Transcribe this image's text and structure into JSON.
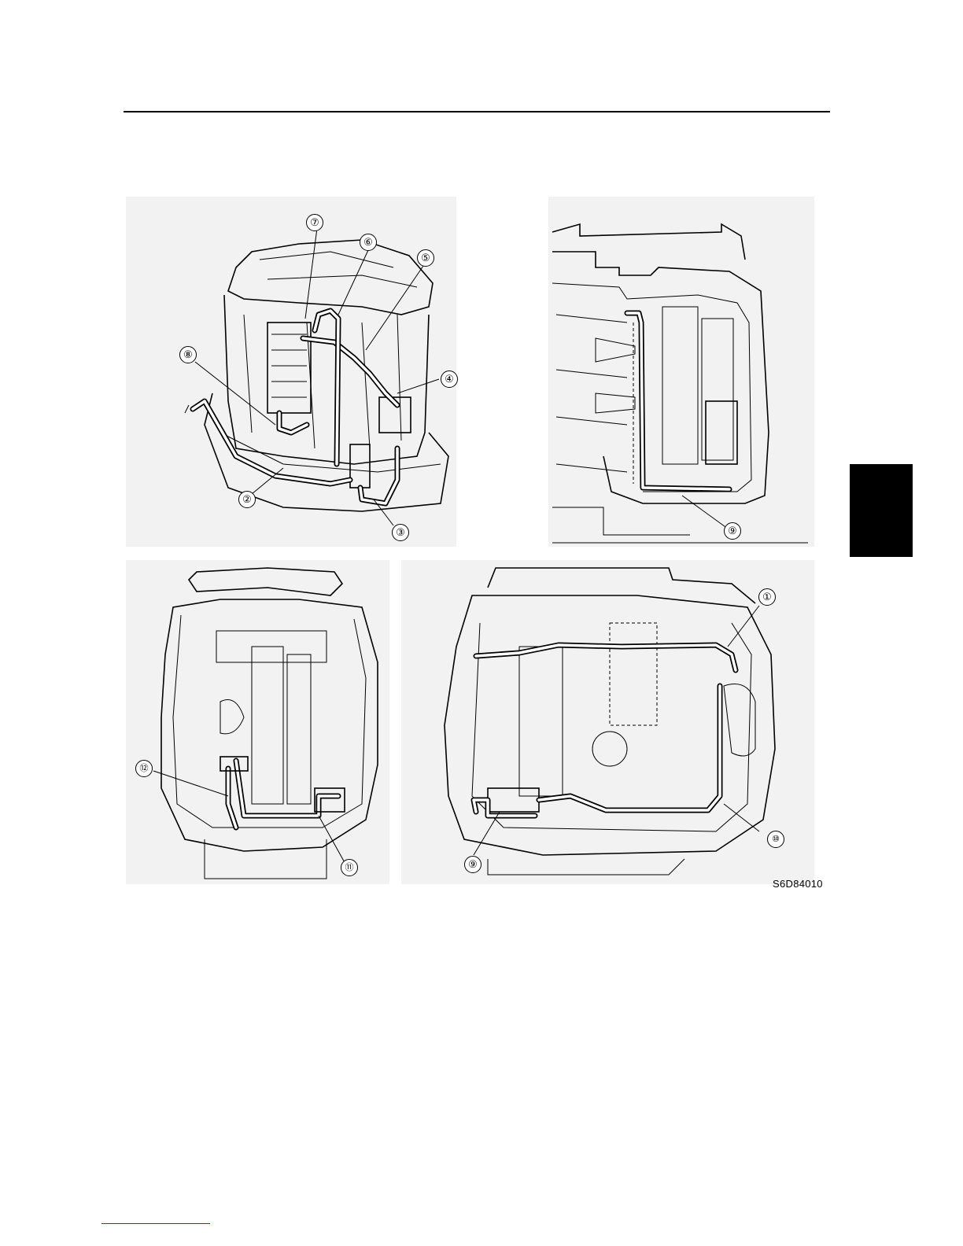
{
  "figure": {
    "code": "S6D84010",
    "callouts": {
      "c1": "①",
      "c2": "②",
      "c3": "③",
      "c4": "④",
      "c5": "⑤",
      "c6": "⑥",
      "c7": "⑦",
      "c8": "⑧",
      "c9a": "⑨",
      "c9b": "⑨",
      "c10": "⑩",
      "c11": "⑪",
      "c12": "⑫"
    }
  }
}
